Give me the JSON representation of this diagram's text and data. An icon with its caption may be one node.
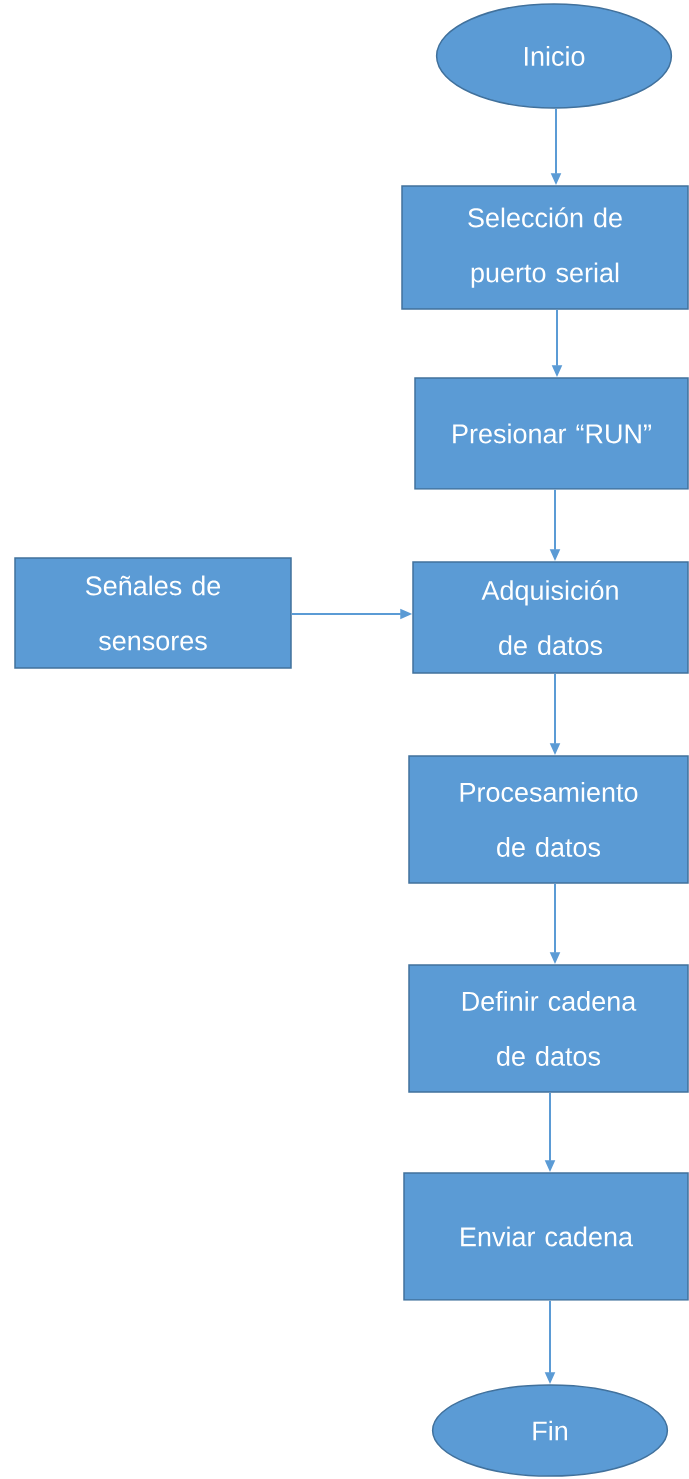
{
  "diagram": {
    "nodes": [
      {
        "text": [
          "Inicio"
        ]
      },
      {
        "text": [
          "Selección de puerto serial"
        ]
      },
      {
        "text": [
          "Presionar “RUN”"
        ]
      },
      {
        "text": [
          "Señales de sensores"
        ]
      },
      {
        "text": [
          "Adquisición de datos"
        ]
      },
      {
        "text": [
          "Procesamiento de datos"
        ]
      },
      {
        "text": [
          "Definir cadena de datos"
        ]
      },
      {
        "text": [
          "Enviar cadena"
        ]
      },
      {
        "text": [
          "Fin"
        ]
      }
    ],
    "edges": [
      {
        "from": 0,
        "to": 1,
        "arrow": "to"
      },
      {
        "from": 1,
        "to": 2,
        "arrow": "to"
      },
      {
        "from": 2,
        "to": 4,
        "arrow": "to"
      },
      {
        "from": 3,
        "to": 4,
        "arrow": "to"
      },
      {
        "from": 4,
        "to": 5,
        "arrow": "to"
      },
      {
        "from": 5,
        "to": 6,
        "arrow": "to"
      },
      {
        "from": 6,
        "to": 7,
        "arrow": "to"
      },
      {
        "from": 7,
        "to": 8,
        "arrow": "to"
      }
    ]
  }
}
